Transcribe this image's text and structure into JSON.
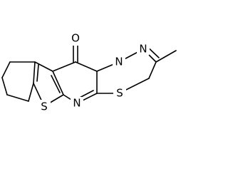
{
  "molecule": {
    "atoms": {
      "oxygen": "O",
      "nitrogen_upper": "N",
      "nitrogen_ring": "N",
      "nitrogen_lower": "N",
      "sulfur_right": "S",
      "sulfur_left": "S"
    },
    "colors": {
      "bond": "#000000",
      "label": "#000000",
      "background": "#ffffff"
    }
  }
}
